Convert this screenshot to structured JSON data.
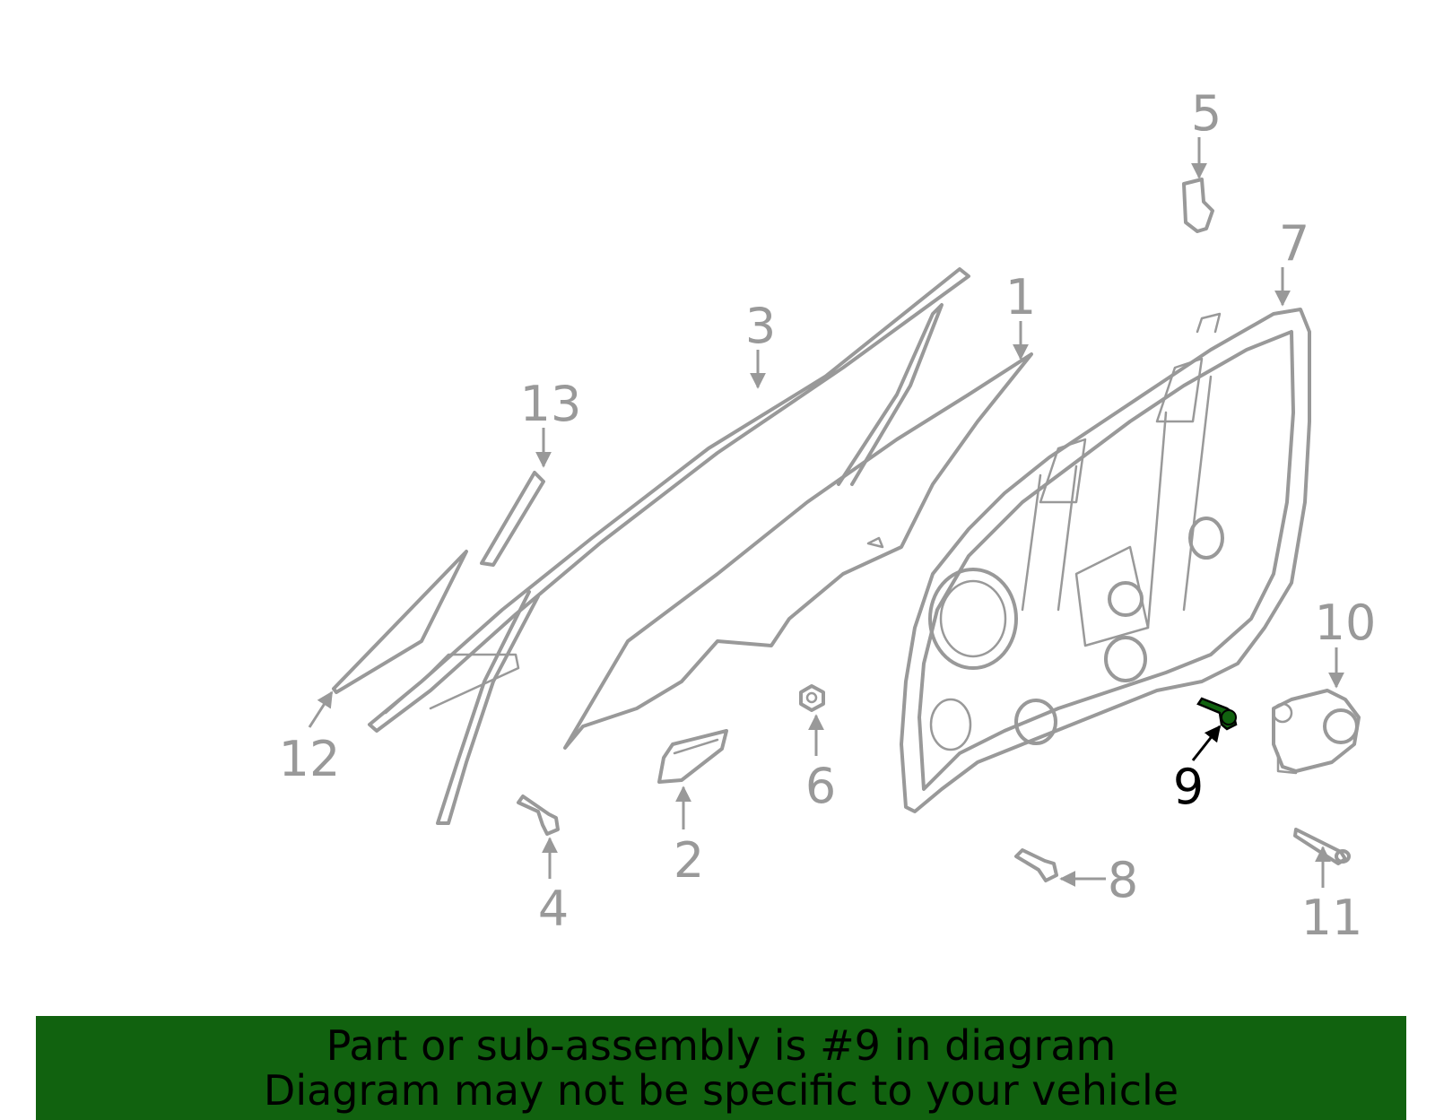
{
  "callouts": {
    "c1": "1",
    "c2": "2",
    "c3": "3",
    "c4": "4",
    "c5": "5",
    "c6": "6",
    "c7": "7",
    "c8": "8",
    "c9": "9",
    "c10": "10",
    "c11": "11",
    "c12": "12",
    "c13": "13"
  },
  "highlighted_part": "9",
  "colors": {
    "part": "#999999",
    "highlight_part": "#11620f",
    "banner": "#11620f",
    "callout_text": "#999999",
    "highlight_text": "#000000"
  },
  "banner": {
    "line1": "Part or sub-assembly is #9 in diagram",
    "line2": "Diagram may not be specific to your vehicle"
  }
}
